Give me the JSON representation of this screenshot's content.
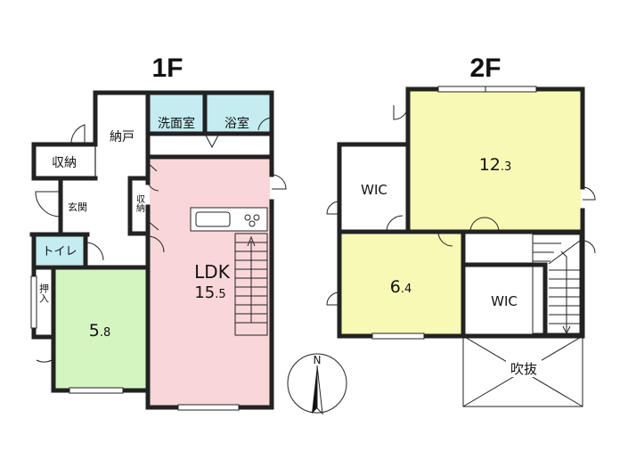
{
  "floors": [
    {
      "id": "1f",
      "label": "1F"
    },
    {
      "id": "2f",
      "label": "2F"
    }
  ],
  "rooms_1f": {
    "storage_nando": "納戸",
    "washroom": "洗面室",
    "bathroom": "浴室",
    "closet": "収納",
    "entrance": "玄関",
    "small_closet": "収納",
    "toilet": "トイレ",
    "oshiire": "押入",
    "ldk_name": "LDK",
    "ldk_size_int": "15",
    "ldk_size_dec": ".5",
    "room_size_int": "5",
    "room_size_dec": ".8"
  },
  "rooms_2f": {
    "wic_left": "WIC",
    "bedroom_size_int": "12",
    "bedroom_size_dec": ".3",
    "room_size_int": "6",
    "room_size_dec": ".4",
    "wic_right": "WIC",
    "void": "吹抜"
  },
  "compass": {
    "north": "N"
  },
  "colors": {
    "wet_area": "#c4ecf1",
    "ldk": "#f9d7d8",
    "room_1f": "#d5f5c0",
    "bedroom_2f": "#f7f9b5",
    "room_2f": "#f7f9b5"
  }
}
